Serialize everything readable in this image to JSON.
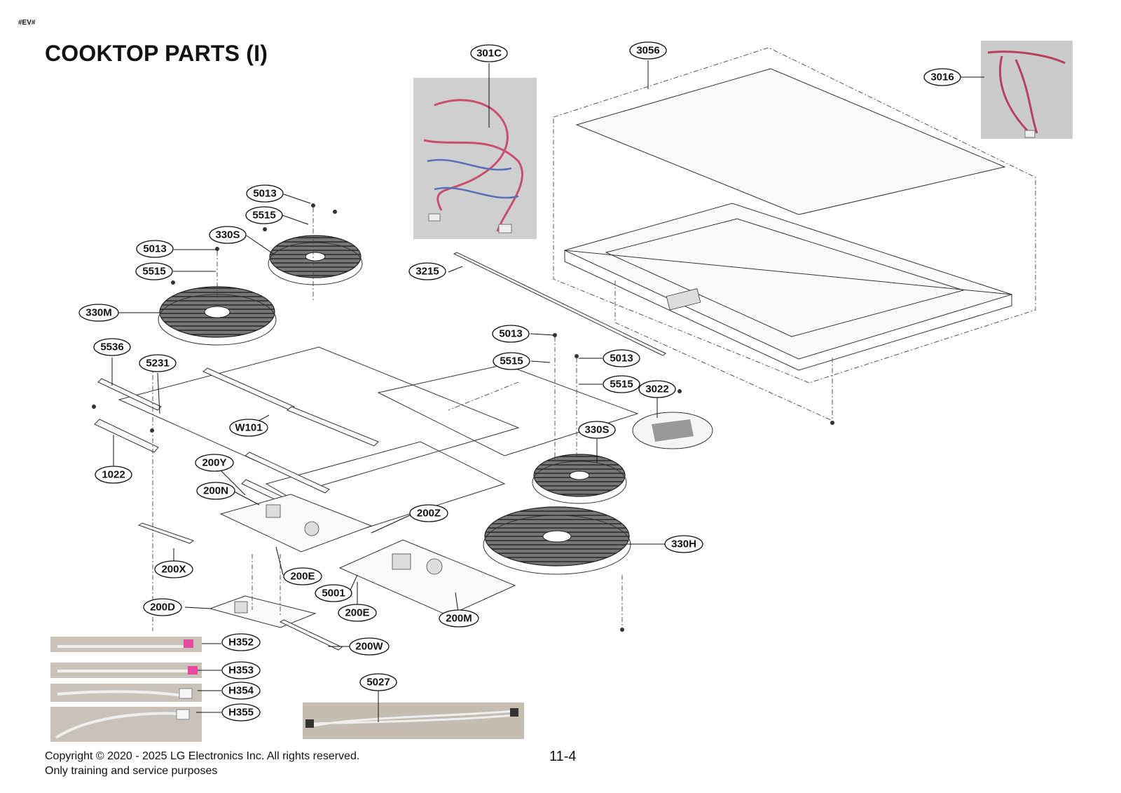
{
  "doc_code": "#EV#",
  "title": "COOKTOP PARTS (I)",
  "footer": {
    "copyright": "Copyright © 2020 - 2025 LG Electronics Inc. All rights reserved.",
    "usage": "Only training and service purposes"
  },
  "page_number": "11-4",
  "callouts": {
    "c301C": "301C",
    "c3056": "3056",
    "c3016": "3016",
    "c5013a": "5013",
    "c5515a": "5515",
    "c330Sa": "330S",
    "c5013b": "5013",
    "c5515b": "5515",
    "c3215": "3215",
    "c330M": "330M",
    "c5013c": "5013",
    "c5515c": "5515",
    "c5013d": "5013",
    "c5515d": "5515",
    "c5536": "5536",
    "c5231": "5231",
    "c3022": "3022",
    "cW101": "W101",
    "c330Sb": "330S",
    "c1022": "1022",
    "c200Y": "200Y",
    "c200N": "200N",
    "c200Z": "200Z",
    "c330H": "330H",
    "c200X": "200X",
    "c200Ea": "200E",
    "c5001": "5001",
    "c200D": "200D",
    "c200Eb": "200E",
    "c200M": "200M",
    "cH352": "H352",
    "c200W": "200W",
    "cH353": "H353",
    "c5027": "5027",
    "cH354": "H354",
    "cH355": "H355"
  }
}
